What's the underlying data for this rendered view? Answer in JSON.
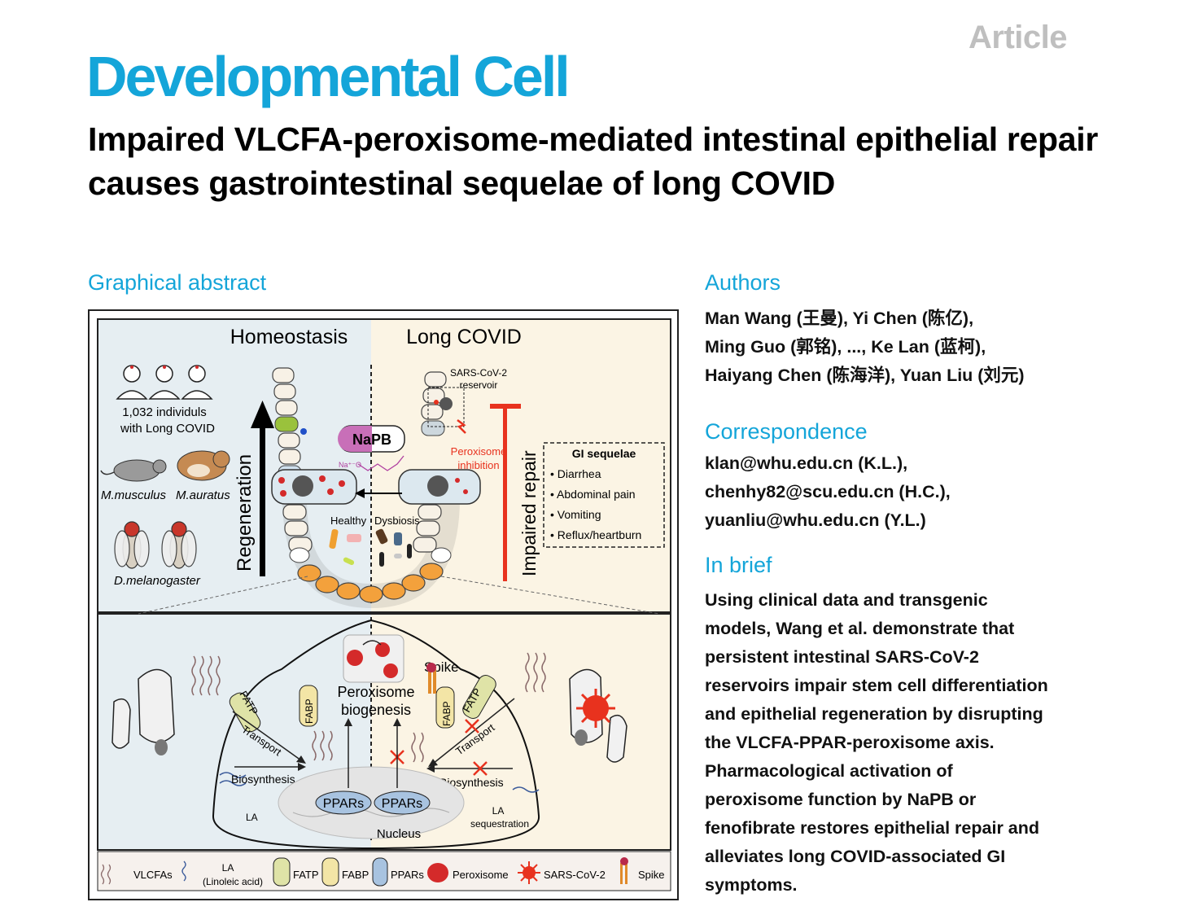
{
  "header": {
    "article_type": "Article",
    "journal": "Developmental Cell",
    "title": "Impaired VLCFA-peroxisome-mediated intestinal epithelial repair causes gastrointestinal sequelae of long COVID"
  },
  "graphical_abstract": {
    "heading": "Graphical abstract",
    "top_panel": {
      "homeostasis_label": "Homeostasis",
      "long_covid_label": "Long COVID",
      "cohort_line1": "1,032 individuls",
      "cohort_line2": "with Long COVID",
      "mouse_label": "M.musculus",
      "hamster_label": "M.auratus",
      "fly_label": "D.melanogaster",
      "regeneration_label": "Regeneration",
      "napb_label": "NaPB",
      "na_label": "Na⁺⁻O",
      "reservoir_line1": "SARS-CoV-2",
      "reservoir_line2": "reservoir",
      "peroxisome_inhibition_line1": "Peroxisome",
      "peroxisome_inhibition_line2": "inhibition",
      "healthy_label": "Healthy",
      "dysbiosis_label": "Dysbiosis",
      "impaired_repair_label": "Impaired repair",
      "gi_sequelae_title": "GI sequelae",
      "gi_sequelae_items": [
        "Diarrhea",
        "Abdominal pain",
        "Vomiting",
        "Reflux/heartburn"
      ]
    },
    "bottom_panel": {
      "peroxisome_line1": "Peroxisome",
      "peroxisome_line2": "biogenesis",
      "spike_label": "Spike",
      "fatp_label": "FATP",
      "fabp_label": "FABP",
      "transport_label": "Transport",
      "biosynthesis_label": "Biosynthesis",
      "ppars_label": "PPARs",
      "nucleus_label": "Nucleus",
      "la_label": "LA",
      "la_sequestration_line1": "LA",
      "la_sequestration_line2": "sequestration"
    },
    "legend": {
      "vlcfas": "VLCFAs",
      "la_line1": "LA",
      "la_line2": "(Linoleic acid)",
      "fatp": "FATP",
      "fabp": "FABP",
      "ppars": "PPARs",
      "peroxisome": "Peroxisome",
      "sars": "SARS-CoV-2",
      "spike": "Spike"
    },
    "colors": {
      "homeostasis_bg": "#e6eef2",
      "long_covid_bg": "#fbf4e4",
      "regeneration_arrow": "#000000",
      "impaired_arrow": "#e8321e",
      "peroxisome": "#d42a2a",
      "napb": "#c86fb8",
      "fatp": "#dfe3a7",
      "fabp": "#f3e5a6"
    }
  },
  "authors": {
    "heading": "Authors",
    "lines": [
      "Man Wang (王曼), Yi Chen (陈亿),",
      "Ming Guo (郭铭), ..., Ke Lan (蓝柯),",
      "Haiyang Chen (陈海洋), Yuan Liu (刘元)"
    ]
  },
  "correspondence": {
    "heading": "Correspondence",
    "lines": [
      "klan@whu.edu.cn (K.L.),",
      "chenhy82@scu.edu.cn (H.C.),",
      "yuanliu@whu.edu.cn (Y.L.)"
    ]
  },
  "in_brief": {
    "heading": "In brief",
    "lines": [
      "Using clinical data and transgenic",
      "models, Wang et al. demonstrate that",
      "persistent intestinal SARS-CoV-2",
      "reservoirs impair stem cell differentiation",
      "and epithelial regeneration by disrupting",
      "the VLCFA-PPAR-peroxisome axis.",
      "Pharmacological activation of",
      "peroxisome function by NaPB or",
      "fenofibrate restores epithelial repair and",
      "alleviates long COVID-associated GI",
      "symptoms."
    ]
  }
}
